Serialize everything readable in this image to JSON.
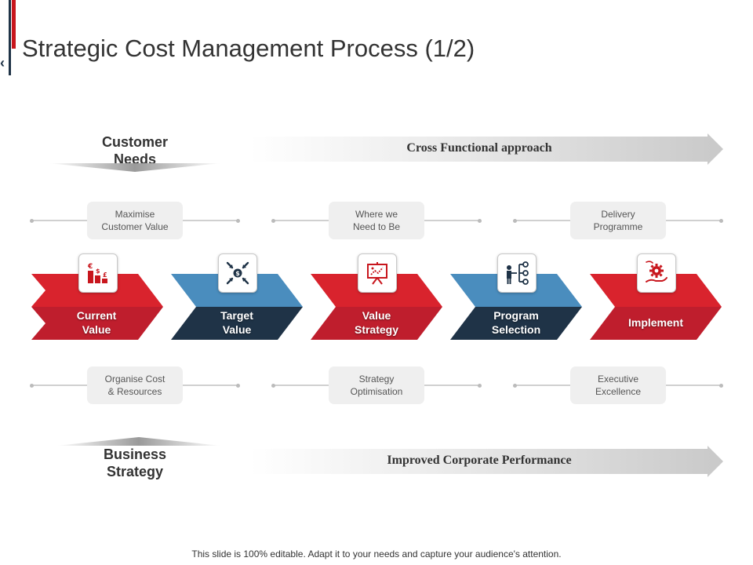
{
  "slide": {
    "title": "Strategic Cost Management Process (1/2)",
    "back_glyph": "‹",
    "footer": "This slide is 100% editable. Adapt it to your needs and capture your audience's attention."
  },
  "top": {
    "side_label_line1": "Customer",
    "side_label_line2": "Needs",
    "banner": "Cross Functional approach"
  },
  "bottom": {
    "side_label_line1": "Business",
    "side_label_line2": "Strategy",
    "banner": "Improved Corporate Performance"
  },
  "upper_boxes": [
    {
      "line1": "Maximise",
      "line2": "Customer Value"
    },
    {
      "line1": "Where we",
      "line2": "Need to Be"
    },
    {
      "line1": "Delivery",
      "line2": "Programme"
    }
  ],
  "lower_boxes": [
    {
      "line1": "Organise Cost",
      "line2": "& Resources"
    },
    {
      "line1": "Strategy",
      "line2": "Optimisation"
    },
    {
      "line1": "Executive",
      "line2": "Excellence"
    }
  ],
  "steps": [
    {
      "line1": "Current",
      "line2": "Value",
      "icon": "currency-bars-icon",
      "color": "red"
    },
    {
      "line1": "Target",
      "line2": "Value",
      "icon": "target-dollar-icon",
      "color": "blue"
    },
    {
      "line1": "Value",
      "line2": "Strategy",
      "icon": "presentation-board-icon",
      "color": "red"
    },
    {
      "line1": "Program",
      "line2": "Selection",
      "icon": "person-network-icon",
      "color": "blue"
    },
    {
      "line1": "Implement",
      "line2": "",
      "icon": "hand-gear-icon",
      "color": "red"
    }
  ],
  "colors": {
    "red_top": "#d9232d",
    "red_bottom": "#bf1e2d",
    "blue_top": "#4a8dbe",
    "navy_bottom": "#1f3347",
    "accent_red": "#c8161d"
  }
}
